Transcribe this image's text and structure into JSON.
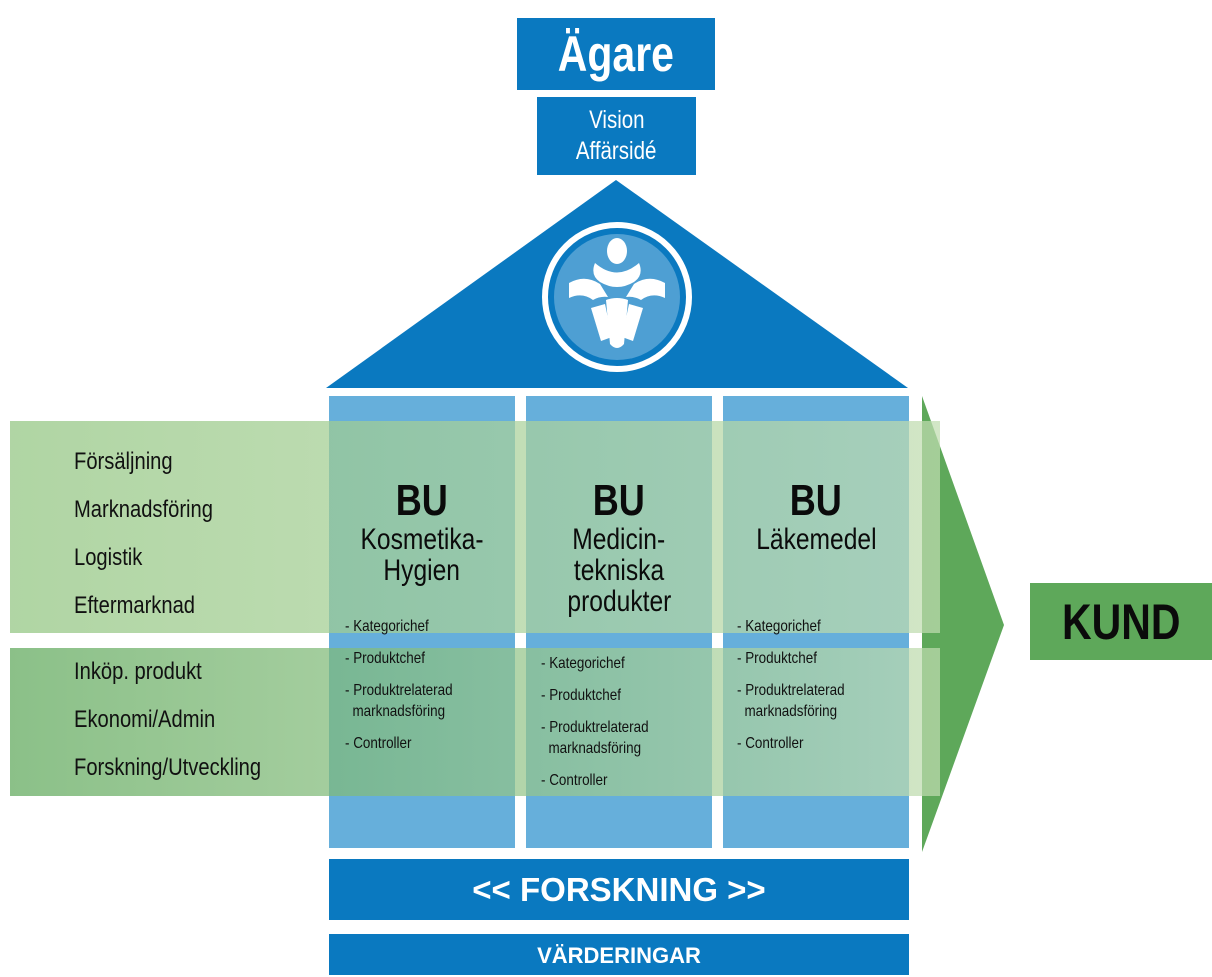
{
  "owner": {
    "title": "Ägare"
  },
  "vision": {
    "line1": "Vision",
    "line2": "Affärsidé"
  },
  "functions": {
    "group1": [
      "Försäljning",
      "Marknadsföring",
      "Logistik",
      "Eftermarknad"
    ],
    "group2": [
      "Inköp. produkt",
      "Ekonomi/Admin",
      "Forskning/Utveckling"
    ]
  },
  "business_units": [
    {
      "title": "BU",
      "name_lines": [
        "Kosmetika-",
        "Hygien"
      ],
      "roles": [
        "- Kategorichef",
        "- Produktchef",
        "- Produktrelaterad\n  marknadsföring",
        "- Controller"
      ]
    },
    {
      "title": "BU",
      "name_lines": [
        "Medicin-",
        "tekniska",
        "produkter"
      ],
      "roles": [
        "- Kategorichef",
        "- Produktchef",
        "- Produktrelaterad\n  marknadsföring",
        "- Controller"
      ]
    },
    {
      "title": "BU",
      "name_lines": [
        "Läkemedel"
      ],
      "roles": [
        "- Kategorichef",
        "- Produktchef",
        "- Produktrelaterad\n  marknadsföring",
        "- Controller"
      ]
    }
  ],
  "research": "<< FORSKNING >>",
  "values": "VÄRDERINGAR",
  "customer": "KUND",
  "colors": {
    "blue": "#0a79c0",
    "column_blue": "#66afdb",
    "green": "#5ea85a",
    "light_green": "#c0dcb0"
  },
  "logo": "company-emblem"
}
